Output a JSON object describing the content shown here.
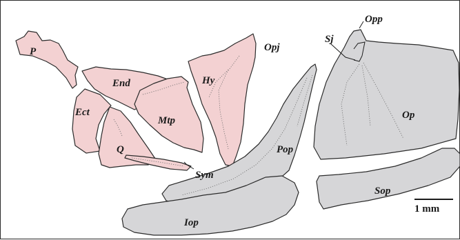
{
  "figure": {
    "labels": {
      "p": "P",
      "end": "End",
      "ect": "Ect",
      "mtp": "Mtp",
      "q": "Q",
      "sym": "Sym",
      "hy": "Hy",
      "opj": "Opj",
      "sj": "Sj",
      "opp": "Opp",
      "op": "Op",
      "pop": "Pop",
      "sop": "Sop",
      "iop": "Iop"
    },
    "scale_bar": {
      "label": "1 mm"
    },
    "colors": {
      "pink_bones": "#f3d1d2",
      "grey_bones": "#d6d6d8",
      "outline": "#2b2b2b"
    }
  }
}
